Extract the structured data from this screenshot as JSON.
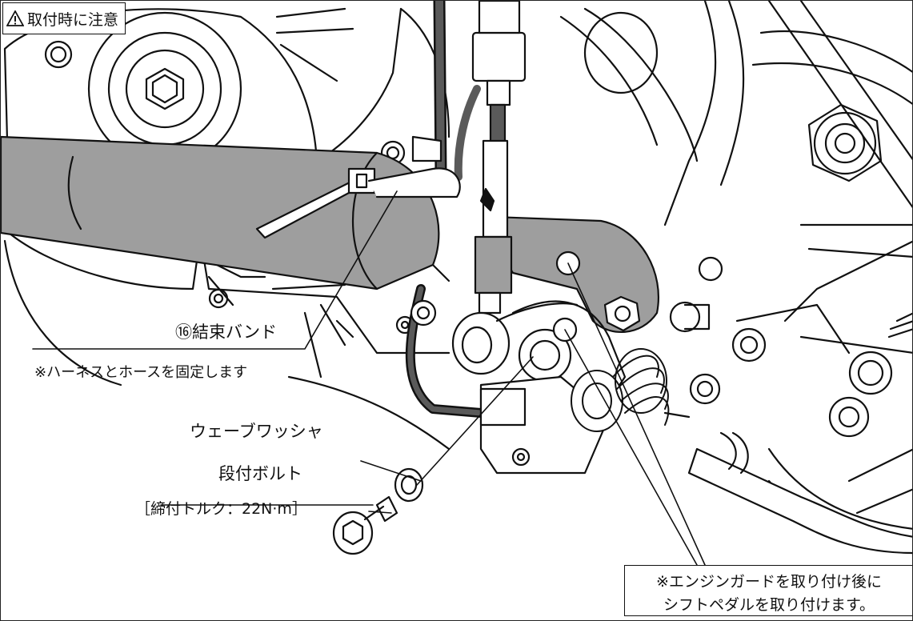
{
  "warning": {
    "icon": "warning-triangle-icon",
    "text": "取付時に注意"
  },
  "callouts": {
    "band_label": "⑯結束バンド",
    "band_note": "※ハーネスとホースを固定します",
    "washer_label": "ウェーブワッシャ",
    "bolt_label": "段付ボルト",
    "bolt_torque": "［締付トルク：22N·m］"
  },
  "note": {
    "line1": "※エンジンガードを取り付け後に",
    "line2": "シフトペダルを取り付けます。"
  },
  "colors": {
    "line": "#111111",
    "part_fill": "#9e9e9e",
    "part_dark": "#5a5a5a",
    "background": "#ffffff"
  }
}
